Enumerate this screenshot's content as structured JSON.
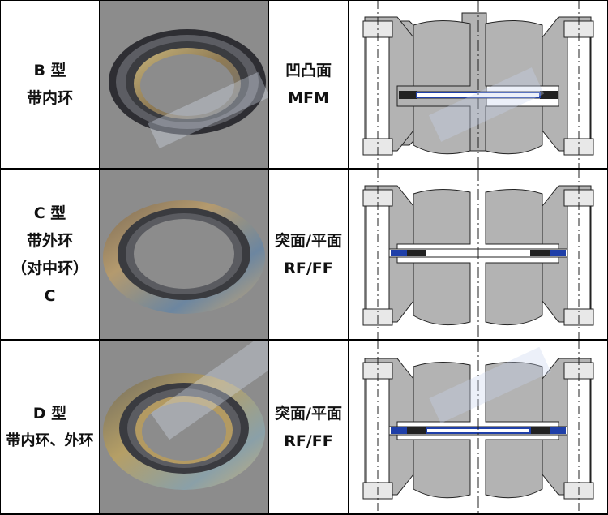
{
  "rows": [
    {
      "type_lines": [
        "B 型",
        "带内环"
      ],
      "face_lines": [
        "凹凸面",
        "MFM"
      ]
    },
    {
      "type_lines": [
        "C 型",
        "带外环",
        "（对中环）",
        "C"
      ],
      "face_lines": [
        "突面/平面",
        "RF/FF"
      ]
    },
    {
      "type_lines": [
        "D 型",
        "带内环、外环"
      ],
      "face_lines": [
        "突面/平面",
        "RF/FF"
      ]
    }
  ],
  "colors": {
    "gridline": "#000000",
    "photo_bg": "#8f8f8f",
    "flange_gray": "#b3b3b3",
    "gasket_blue": "#1f3fa8",
    "winding_black": "#222222"
  }
}
